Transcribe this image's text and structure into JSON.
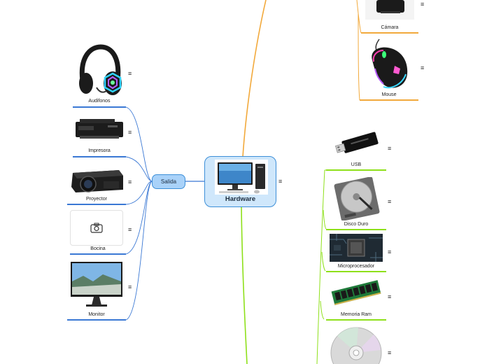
{
  "root": {
    "label": "Hardware"
  },
  "output_branch": {
    "label": "Salida",
    "items": [
      {
        "label": "Audifonos"
      },
      {
        "label": "Impresora"
      },
      {
        "label": "Proyector"
      },
      {
        "label": "Bocina"
      },
      {
        "label": "Monitor"
      }
    ]
  },
  "input_branch": {
    "items": [
      {
        "label": "Cámara"
      },
      {
        "label": "Mouse"
      }
    ]
  },
  "storage_branch": {
    "items": [
      {
        "label": "USB"
      },
      {
        "label": "Disco Duro"
      },
      {
        "label": "Microprocesador"
      },
      {
        "label": "Memoria Ram"
      },
      {
        "label": ""
      }
    ]
  },
  "menu_glyph": "≡",
  "colors": {
    "output": "#3a78d4",
    "input": "#f2a93b",
    "storage": "#8ee01a",
    "root_fill": "#cfe7fb",
    "salida_fill": "#a9d2f9"
  }
}
